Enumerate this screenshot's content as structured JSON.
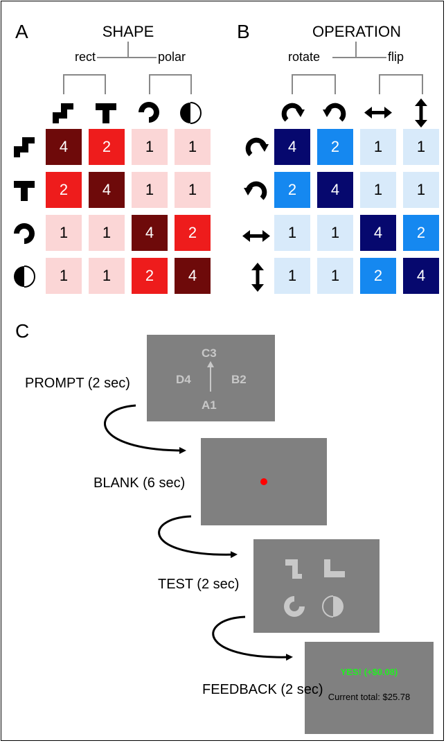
{
  "panel_a": {
    "letter": "A",
    "title": "SHAPE",
    "branches": [
      "rect",
      "polar"
    ],
    "icons": [
      "step-shape-icon",
      "t-shape-icon",
      "partial-circle-icon",
      "half-circle-icon"
    ],
    "matrix": [
      [
        "4",
        "2",
        "1",
        "1"
      ],
      [
        "2",
        "4",
        "1",
        "1"
      ],
      [
        "1",
        "1",
        "4",
        "2"
      ],
      [
        "1",
        "1",
        "2",
        "4"
      ]
    ],
    "colors": {
      "4": "#6e0a0a",
      "2": "#ee1c1c",
      "1": "#fbd6d6"
    }
  },
  "panel_b": {
    "letter": "B",
    "title": "OPERATION",
    "branches": [
      "rotate",
      "flip"
    ],
    "icons": [
      "rotate-clockwise-icon",
      "rotate-counterclockwise-icon",
      "horizontal-flip-arrow-icon",
      "vertical-flip-arrow-icon"
    ],
    "matrix": [
      [
        "4",
        "2",
        "1",
        "1"
      ],
      [
        "2",
        "4",
        "1",
        "1"
      ],
      [
        "1",
        "1",
        "4",
        "2"
      ],
      [
        "1",
        "1",
        "2",
        "4"
      ]
    ],
    "colors": {
      "4": "#06086e",
      "2": "#1588f0",
      "1": "#d8eafa"
    }
  },
  "panel_c": {
    "letter": "C",
    "steps": [
      {
        "label": "PROMPT (2 sec)"
      },
      {
        "label": "BLANK (6 sec)"
      },
      {
        "label": "TEST (2 sec)"
      },
      {
        "label": "FEEDBACK (2 sec)"
      }
    ],
    "prompt_labels": {
      "top": "C3",
      "left": "D4",
      "right": "B2",
      "bottom": "A1"
    },
    "feedback": {
      "result": "YES! (+$0.08)",
      "total": "Current total: $25.78"
    },
    "colors": {
      "screen": "#808080",
      "fixation": "#ff0000",
      "prompt_text": "#c8c8c8",
      "result_text": "#22ee22"
    }
  }
}
